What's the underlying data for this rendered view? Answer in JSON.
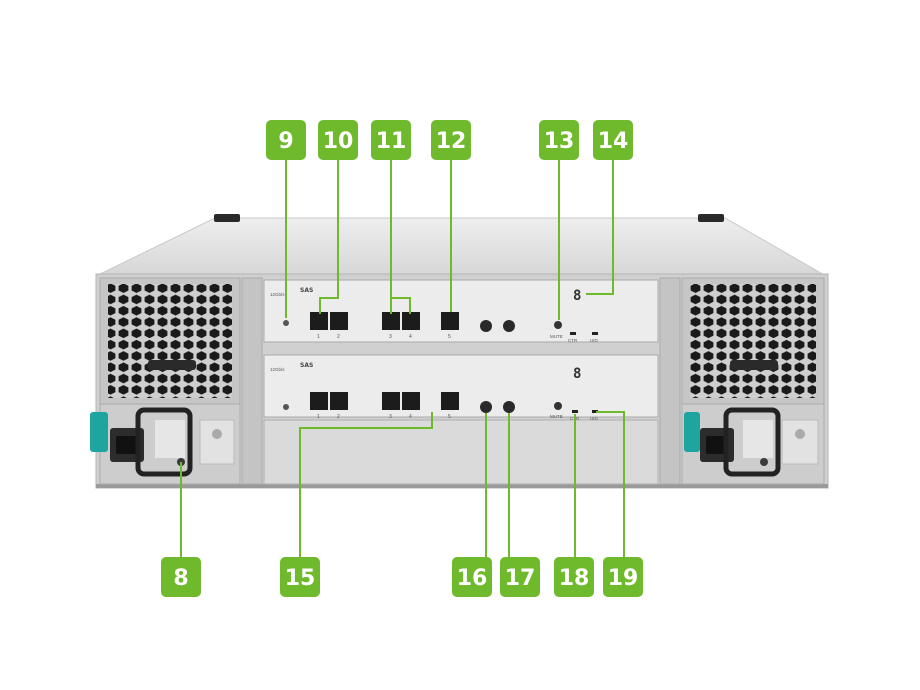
{
  "colors": {
    "callout": "#6fba2c",
    "callout_text": "#ffffff",
    "chassis_top": "#e3e3e3",
    "chassis_body": "#d4d4d4",
    "module_face": "#ececec",
    "latch_teal": "#1ea5a0"
  },
  "callouts": [
    {
      "id": "c9",
      "label": "9"
    },
    {
      "id": "c10",
      "label": "10"
    },
    {
      "id": "c11",
      "label": "11"
    },
    {
      "id": "c12",
      "label": "12"
    },
    {
      "id": "c13",
      "label": "13"
    },
    {
      "id": "c14",
      "label": "14"
    },
    {
      "id": "c8",
      "label": "8"
    },
    {
      "id": "c15",
      "label": "15"
    },
    {
      "id": "c16",
      "label": "16"
    },
    {
      "id": "c17",
      "label": "17"
    },
    {
      "id": "c18",
      "label": "18"
    },
    {
      "id": "c19",
      "label": "19"
    }
  ],
  "module": {
    "brand": "12Gb/s",
    "sas_label": "SAS",
    "port_numbers": [
      "1",
      "2",
      "3",
      "4",
      "5"
    ],
    "mute_label": "MUTE",
    "ctr_label": "CTR",
    "uid_label": "UID",
    "segment_display": "8"
  }
}
